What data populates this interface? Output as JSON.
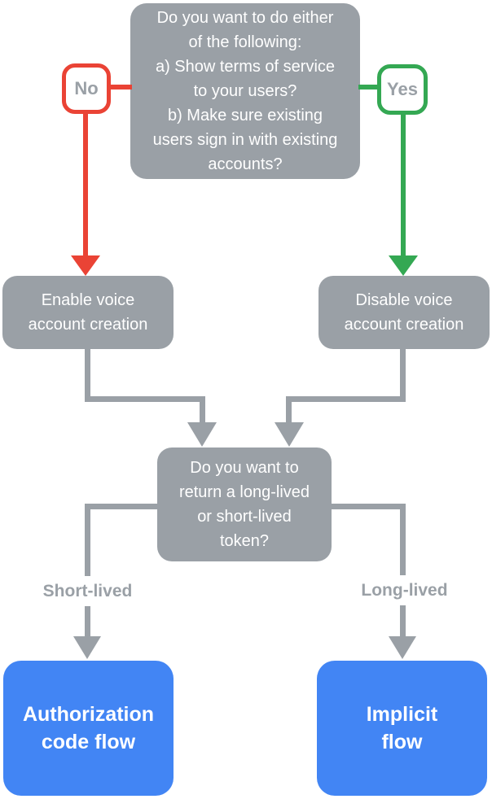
{
  "colors": {
    "node_gray": "#9AA0A6",
    "branch_no_red": "#EA4335",
    "branch_yes_green": "#34A853",
    "result_blue": "#4285F4",
    "node_text": "#FFFFFF",
    "label_text_gray": "#9AA0A6",
    "background": "#FFFFFF"
  },
  "nodes": {
    "top_question": "Do you want to do either\nof the following:\na) Show terms of service\nto your users?\nb) Make sure existing\nusers sign in with existing\naccounts?",
    "enable": "Enable voice\naccount creation",
    "disable": "Disable voice\naccount creation",
    "token_question": "Do you want to\nreturn a long-lived\nor short-lived\ntoken?",
    "authorization": "Authorization\ncode flow",
    "implicit": "Implicit\nflow"
  },
  "labels": {
    "no": "No",
    "yes": "Yes",
    "short_lived": "Short-lived",
    "long_lived": "Long-lived"
  }
}
